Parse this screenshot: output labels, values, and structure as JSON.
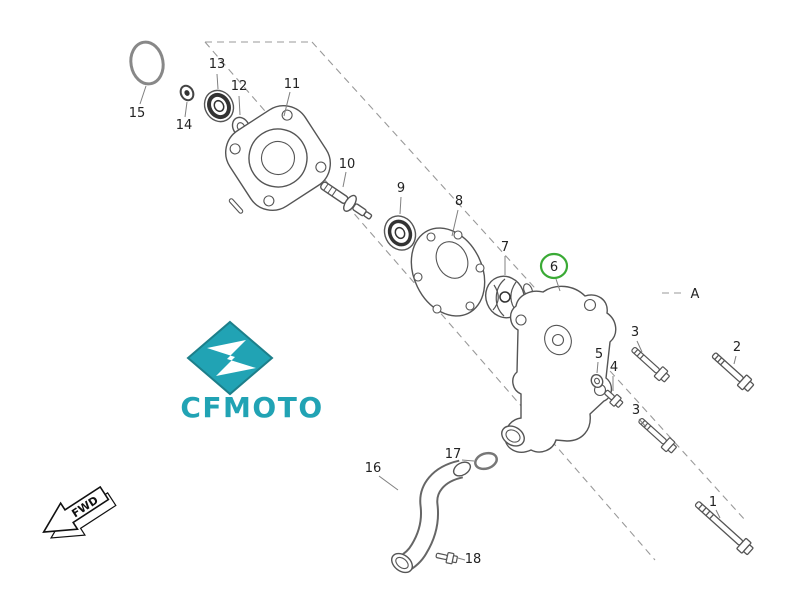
{
  "diagram": {
    "section_label": "A",
    "frame_color": "#999999",
    "highlight": {
      "part": "6",
      "color": "#3aaa35"
    },
    "parts": {
      "n1": "1",
      "n2": "2",
      "n3a": "3",
      "n3b": "3",
      "n4": "4",
      "n5": "5",
      "n6": "6",
      "n7": "7",
      "n8": "8",
      "n9": "9",
      "n10": "10",
      "n11": "11",
      "n12": "12",
      "n13": "13",
      "n14": "14",
      "n15": "15",
      "n16": "16",
      "n17": "17",
      "n18": "18"
    }
  },
  "branding": {
    "logo_text": "CFMOTO",
    "logo_color": "#21a3b4"
  },
  "orientation": {
    "fwd_label": "FWD"
  }
}
